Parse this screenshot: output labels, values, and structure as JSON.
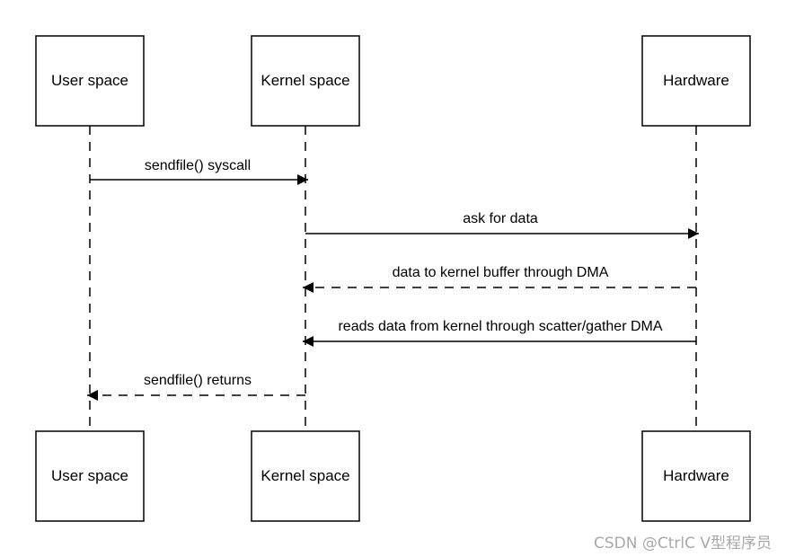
{
  "participants": [
    {
      "id": "user",
      "label": "User space"
    },
    {
      "id": "kernel",
      "label": "Kernel space"
    },
    {
      "id": "hw",
      "label": "Hardware"
    }
  ],
  "messages": [
    {
      "from": "user",
      "to": "kernel",
      "label": "sendfile() syscall",
      "style": "solid"
    },
    {
      "from": "kernel",
      "to": "hw",
      "label": "ask for data",
      "style": "solid"
    },
    {
      "from": "hw",
      "to": "kernel",
      "label": "data to kernel buffer through DMA",
      "style": "dashed"
    },
    {
      "from": "hw",
      "to": "kernel",
      "label": "reads data from kernel through scatter/gather DMA",
      "style": "solid"
    },
    {
      "from": "kernel",
      "to": "user",
      "label": "sendfile() returns",
      "style": "dashed"
    }
  ],
  "watermark": "CSDN @CtrlC V型程序员",
  "colors": {
    "line": "#000000",
    "box_fill": "#ffffff",
    "watermark": "#a8a8a8"
  }
}
